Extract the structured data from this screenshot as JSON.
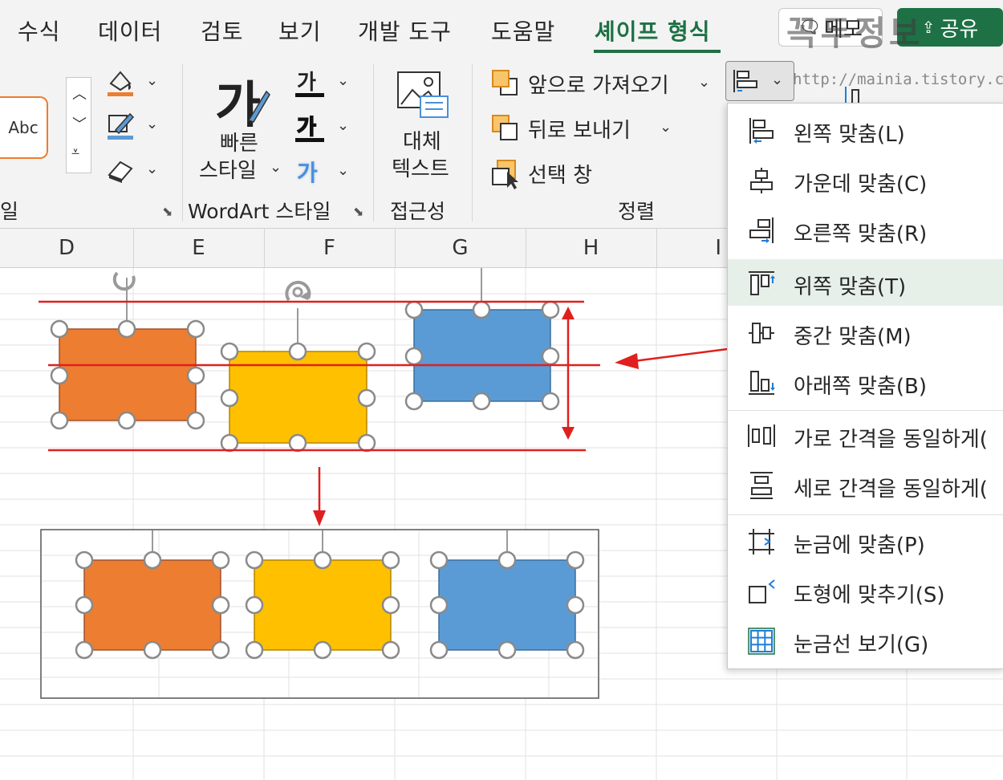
{
  "menu": {
    "tabs": [
      "수식",
      "데이터",
      "검토",
      "보기",
      "개발 도구",
      "도움말",
      "셰이프 형식"
    ],
    "active_tab": "셰이프 형식",
    "memo_label": "메모",
    "share_label": "공유"
  },
  "ribbon": {
    "shape_style_preview": "Abc",
    "wordart_big_glyph": "가",
    "quick_style_line1": "빠른",
    "quick_style_line2": "스타일",
    "text_fill_glyph": "가",
    "text_outline_glyph": "가",
    "text_effect_glyph": "가",
    "alt_text_line1": "대체",
    "alt_text_line2": "텍스트",
    "bring_forward": "앞으로 가져오기",
    "send_backward": "뒤로 보내기",
    "selection_pane": "선택 창",
    "group_shape_styles_partial": "일",
    "group_wordart": "WordArt 스타일",
    "group_accessibility": "접근성",
    "group_arrange": "정렬"
  },
  "columns": [
    "D",
    "E",
    "F",
    "G",
    "H",
    "I"
  ],
  "align_menu": {
    "items": [
      {
        "label": "왼쪽 맞춤(L)",
        "icon": "align-left-icon"
      },
      {
        "label": "가운데 맞춤(C)",
        "icon": "align-center-icon"
      },
      {
        "label": "오른쪽 맞춤(R)",
        "icon": "align-right-icon"
      },
      {
        "label": "위쪽 맞춤(T)",
        "icon": "align-top-icon",
        "highlighted": true
      },
      {
        "label": "중간 맞춤(M)",
        "icon": "align-middle-icon"
      },
      {
        "label": "아래쪽 맞춤(B)",
        "icon": "align-bottom-icon"
      },
      {
        "label": "가로 간격을 동일하게(",
        "icon": "distribute-horizontal-icon"
      },
      {
        "label": "세로 간격을 동일하게(",
        "icon": "distribute-vertical-icon"
      },
      {
        "label": "눈금에 맞춤(P)",
        "icon": "snap-to-grid-icon"
      },
      {
        "label": "도형에 맞추기(S)",
        "icon": "snap-to-shape-icon"
      },
      {
        "label": "눈금선 보기(G)",
        "icon": "view-gridlines-icon"
      }
    ]
  },
  "watermark": {
    "title": "꼭두정보",
    "url": "http://mainia.tistory.com"
  },
  "colors": {
    "accent": "#1e7145",
    "orange_shape": "#ed7d31",
    "yellow_shape": "#ffc000",
    "blue_shape": "#5b9bd5",
    "annotation_red": "#e0201e",
    "menu_highlight": "#e6efe8"
  }
}
